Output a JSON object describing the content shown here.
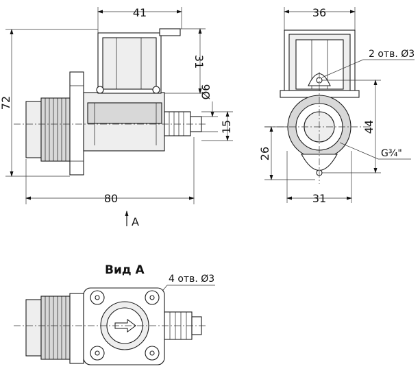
{
  "dims": {
    "w41": "41",
    "h31": "31",
    "h72": "72",
    "d6": "Ø6",
    "h15": "15",
    "w80": "80",
    "w36": "36",
    "holes2": "2 отв. Ø3",
    "h44": "44",
    "h26": "26",
    "thread": "G¾\"",
    "w31": "31"
  },
  "view_arrow_label": "A",
  "view_title": "Вид А",
  "holes4": "4 отв. Ø3"
}
